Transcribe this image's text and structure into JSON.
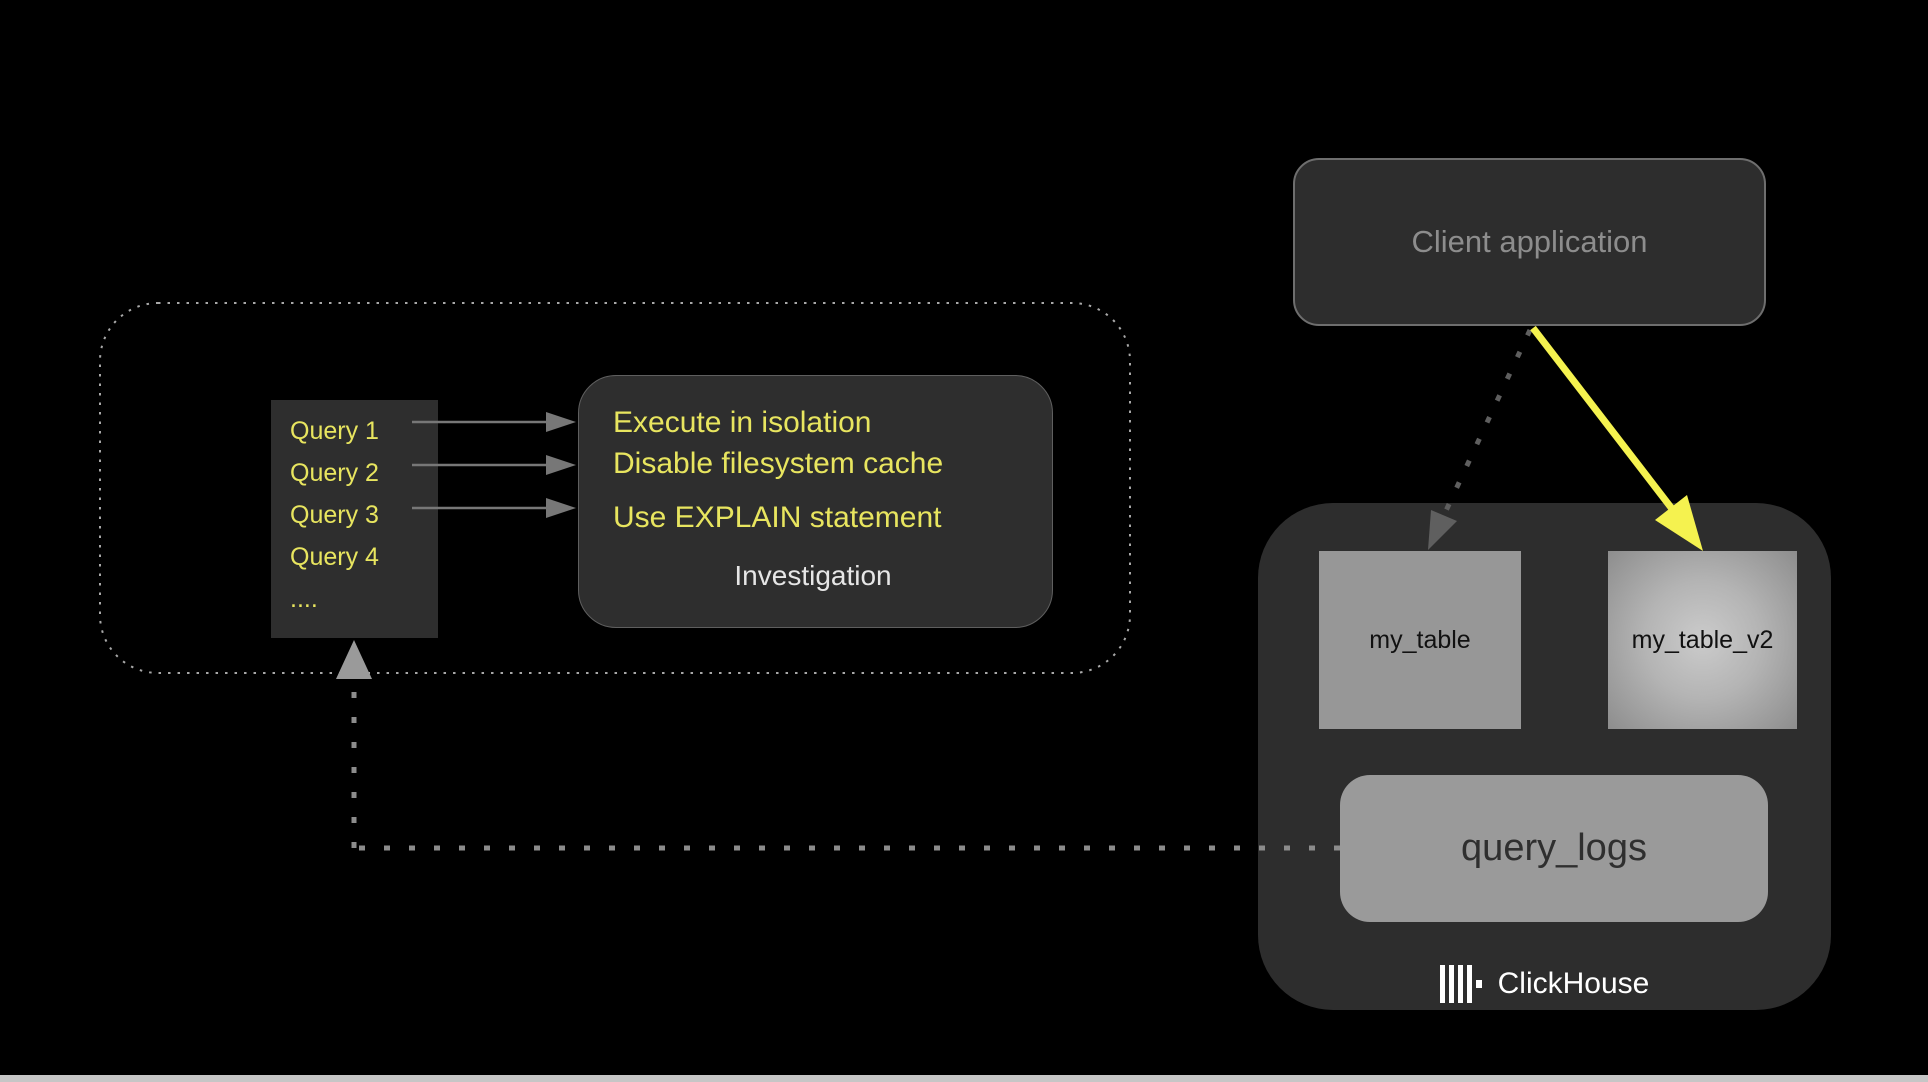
{
  "client_application": {
    "label": "Client application"
  },
  "query_list": {
    "items": [
      "Query 1",
      "Query 2",
      "Query 3",
      "Query 4",
      "...."
    ]
  },
  "investigation": {
    "line1": "Execute in isolation",
    "line2": "Disable filesystem cache",
    "line3": "Use EXPLAIN statement",
    "title": "Investigation"
  },
  "clickhouse": {
    "table1": "my_table",
    "table2": "my_table_v2",
    "query_logs": "query_logs",
    "brand": "ClickHouse"
  },
  "colors": {
    "background": "#000000",
    "panel_fill": "#2d2d2d",
    "panel_border": "#6e6e6e",
    "yellow_text": "#e8e55f",
    "yellow_arrow": "#f5f24f",
    "muted_text": "#8d8d8d",
    "table_fill": "#979797",
    "query_arrow_gray": "#777777",
    "dotted_dark_gray": "#5f5f5f",
    "dotted_light_gray": "#8c8c8c",
    "outline_dots": "#a8a8a8",
    "arrowhead_up_gray": "#9a9a9a"
  }
}
